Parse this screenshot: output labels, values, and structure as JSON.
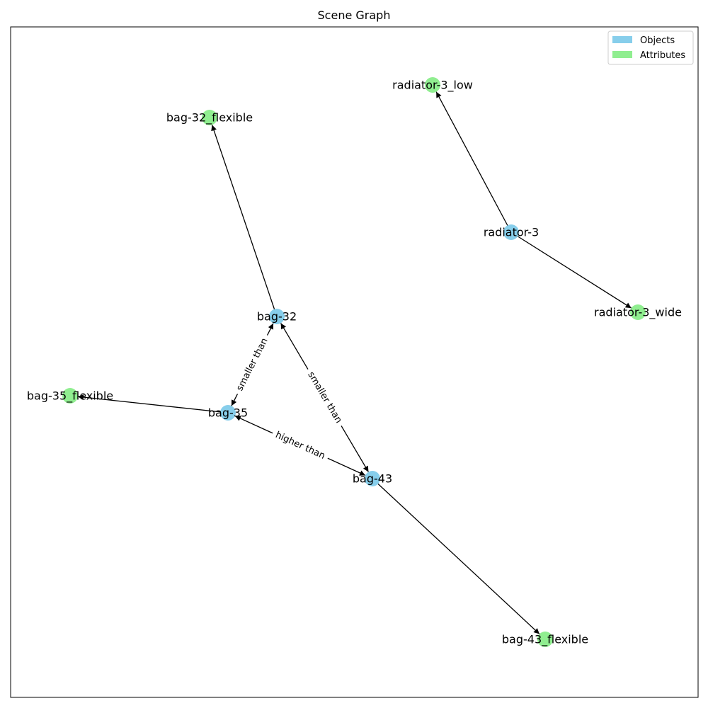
{
  "title": "Scene Graph",
  "legend": [
    {
      "label": "Objects",
      "color": "#87CEEB"
    },
    {
      "label": "Attributes",
      "color": "#90EE90"
    }
  ],
  "colors": {
    "object": "#87CEEB",
    "attribute": "#90EE90",
    "edge": "#000000",
    "frame": "#000000"
  },
  "nodes": [
    {
      "id": "bag-32",
      "label": "bag-32",
      "kind": "object"
    },
    {
      "id": "bag-35",
      "label": "bag-35",
      "kind": "object"
    },
    {
      "id": "bag-43",
      "label": "bag-43",
      "kind": "object"
    },
    {
      "id": "radiator-3",
      "label": "radiator-3",
      "kind": "object"
    },
    {
      "id": "bag-32_flexible",
      "label": "bag-32_flexible",
      "kind": "attribute"
    },
    {
      "id": "bag-35_flexible",
      "label": "bag-35_flexible",
      "kind": "attribute"
    },
    {
      "id": "bag-43_flexible",
      "label": "bag-43_flexible",
      "kind": "attribute"
    },
    {
      "id": "radiator-3_low",
      "label": "radiator-3_low",
      "kind": "attribute"
    },
    {
      "id": "radiator-3_wide",
      "label": "radiator-3_wide",
      "kind": "attribute"
    }
  ],
  "edges": [
    {
      "source": "bag-32",
      "target": "bag-32_flexible",
      "label": "",
      "bidirectional": false
    },
    {
      "source": "bag-35",
      "target": "bag-35_flexible",
      "label": "",
      "bidirectional": false
    },
    {
      "source": "bag-43",
      "target": "bag-43_flexible",
      "label": "",
      "bidirectional": false
    },
    {
      "source": "radiator-3",
      "target": "radiator-3_low",
      "label": "",
      "bidirectional": false
    },
    {
      "source": "radiator-3",
      "target": "radiator-3_wide",
      "label": "",
      "bidirectional": false
    },
    {
      "source": "bag-32",
      "target": "bag-35",
      "label": "smaller than",
      "bidirectional": true
    },
    {
      "source": "bag-32",
      "target": "bag-43",
      "label": "smaller than",
      "bidirectional": true
    },
    {
      "source": "bag-35",
      "target": "bag-43",
      "label": "higher than",
      "bidirectional": true
    }
  ]
}
